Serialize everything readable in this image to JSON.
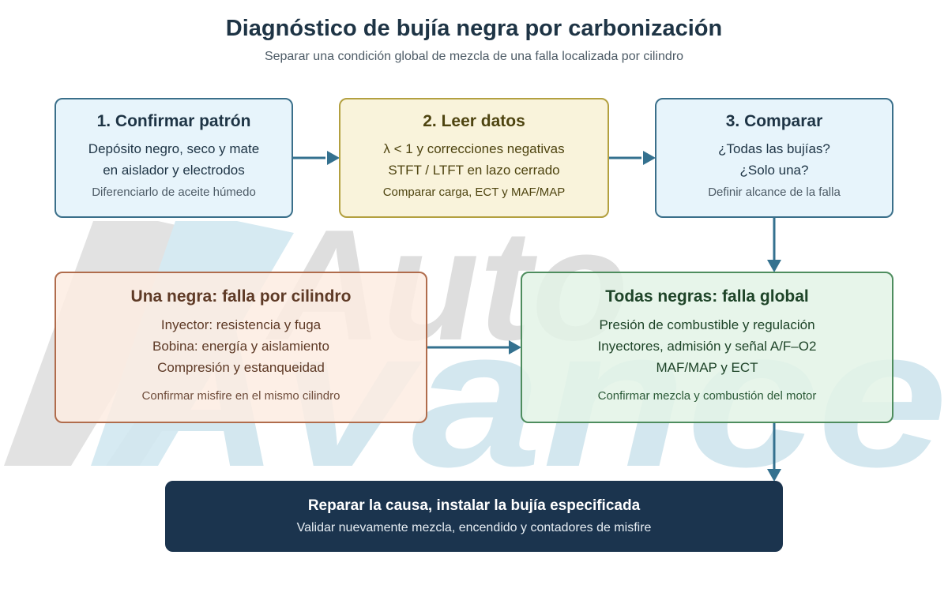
{
  "title": "Diagnóstico de bujía negra por carbonización",
  "subtitle": "Separar una condición global de mezcla de una falla localizada por cilindro",
  "watermark": {
    "word1": "Auto",
    "word2": "Avance",
    "colors": {
      "gray": "#dcdcdc",
      "blue": "#cfe5ee"
    }
  },
  "steps": [
    {
      "title": "1. Confirmar patrón",
      "lines": [
        "Depósito negro, seco y mate",
        "en aislador y electrodos"
      ],
      "note": "Diferenciarlo de aceite húmedo"
    },
    {
      "title": "2. Leer datos",
      "lines": [
        "λ < 1 y correcciones negativas",
        "STFT / LTFT en lazo cerrado"
      ],
      "note": "Comparar carga, ECT y MAF/MAP"
    },
    {
      "title": "3. Comparar",
      "lines": [
        "¿Todas las bujías?",
        "¿Solo una?"
      ],
      "note": "Definir alcance de la falla"
    }
  ],
  "branches": {
    "one": {
      "title": "Una negra: falla por cilindro",
      "lines": [
        "Inyector: resistencia y fuga",
        "Bobina: energía y aislamiento",
        "Compresión y estanqueidad"
      ],
      "note": "Confirmar misfire en el mismo cilindro"
    },
    "all": {
      "title": "Todas negras: falla global",
      "lines": [
        "Presión de combustible y regulación",
        "Inyectores, admisión y señal A/F–O2",
        "MAF/MAP y ECT"
      ],
      "note": "Confirmar mezcla y combustión del motor"
    }
  },
  "final": {
    "title": "Reparar la causa, instalar la bujía especificada",
    "note": "Validar nuevamente mezcla, encendido y contadores de misfire"
  },
  "colors": {
    "arrow": "#34718f",
    "title_text": "#1e3445",
    "final_bg": "#1b344e"
  }
}
